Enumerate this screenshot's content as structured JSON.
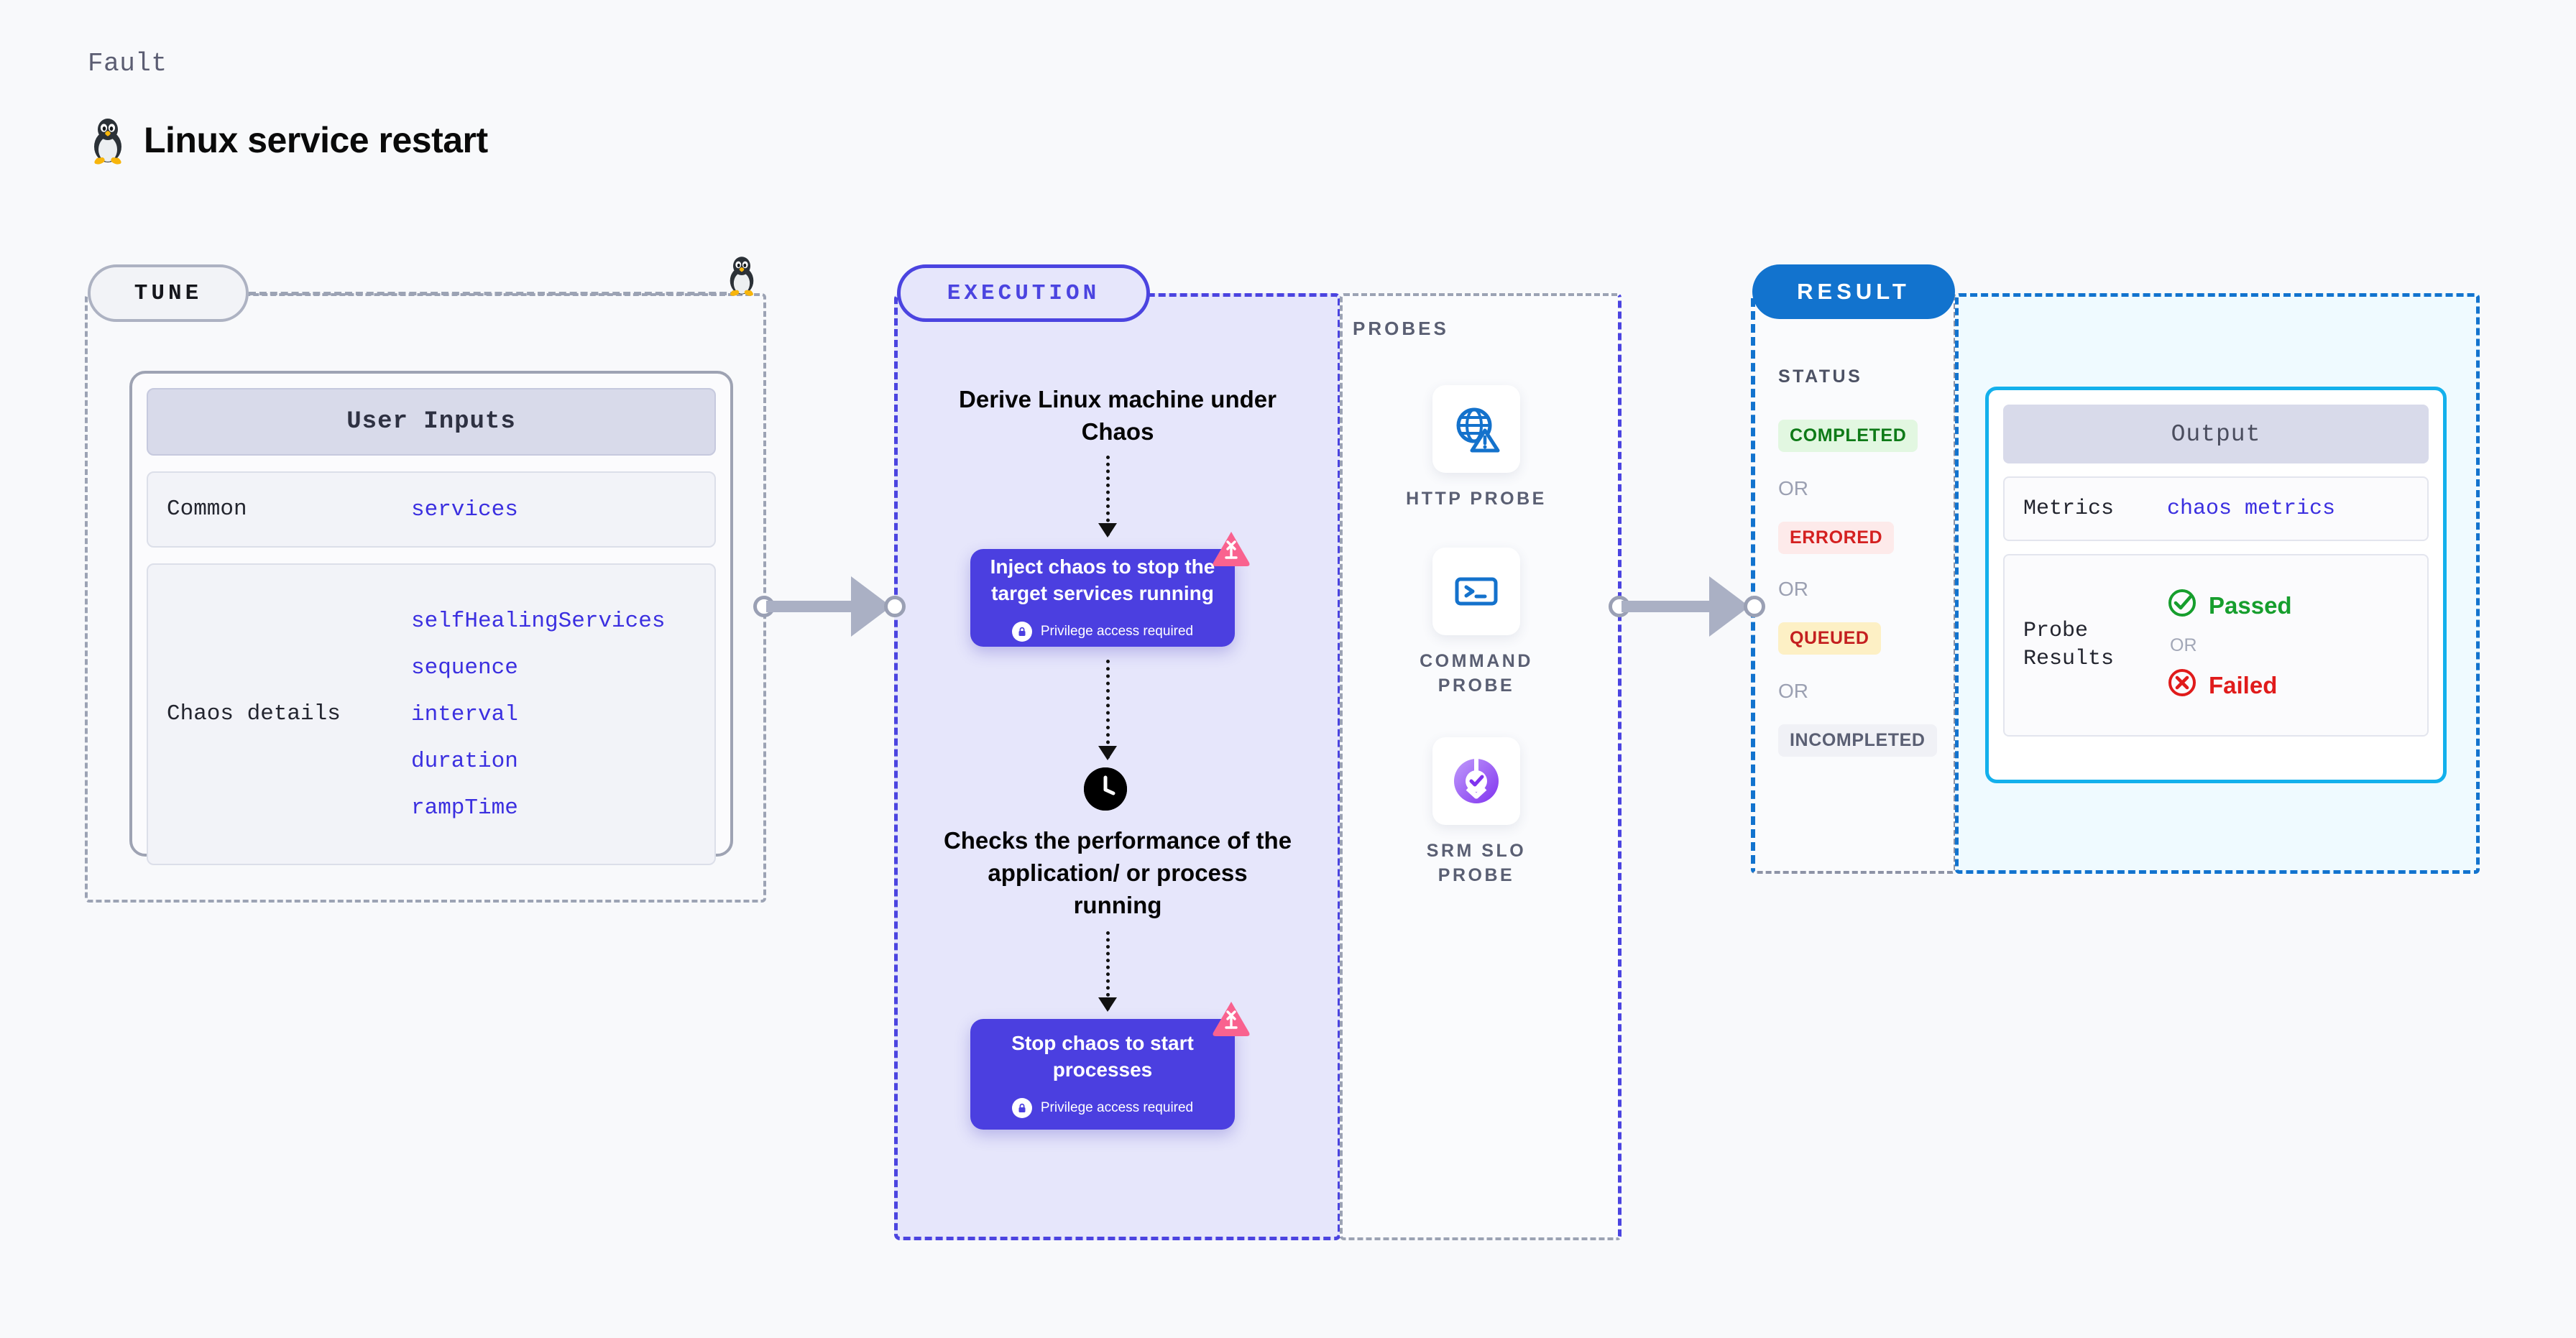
{
  "header": {
    "eyebrow": "Fault",
    "title": "Linux service restart",
    "icon": "linux-penguin-icon"
  },
  "tune": {
    "pill_label": "TUNE",
    "icon": "linux-penguin-icon",
    "user_inputs": {
      "header": "User Inputs",
      "rows": [
        {
          "key": "Common",
          "values": [
            "services"
          ]
        },
        {
          "key": "Chaos details",
          "values": [
            "selfHealingServices",
            "sequence",
            "interval",
            "duration",
            "rampTime"
          ]
        }
      ]
    }
  },
  "execution": {
    "pill_label": "EXECUTION",
    "steps": [
      {
        "type": "text",
        "label": "Derive Linux machine under Chaos"
      },
      {
        "type": "chaos",
        "label": "Inject chaos to stop the target services running",
        "privilege": "Privilege access required",
        "icon": "lock-icon",
        "badge": "litmus-chaos-badge"
      },
      {
        "type": "text",
        "label": "Checks the performance of the application/ or process running",
        "icon": "clock-icon"
      },
      {
        "type": "chaos",
        "label": "Stop chaos to start processes",
        "privilege": "Privilege access required",
        "icon": "lock-icon",
        "badge": "litmus-chaos-badge"
      }
    ]
  },
  "probes": {
    "title": "PROBES",
    "items": [
      {
        "label": "HTTP PROBE",
        "icon": "globe-warning-icon"
      },
      {
        "label": "COMMAND PROBE",
        "icon": "terminal-icon"
      },
      {
        "label": "SRM SLO PROBE",
        "icon": "slo-check-icon"
      }
    ]
  },
  "result": {
    "pill_label": "RESULT",
    "status_title": "STATUS",
    "or_label": "OR",
    "statuses": [
      {
        "label": "COMPLETED",
        "bg": "#e2f7e1",
        "fg": "#0e7a17"
      },
      {
        "label": "ERRORED",
        "bg": "#fdeaea",
        "fg": "#d42020"
      },
      {
        "label": "QUEUED",
        "bg": "#fdf0c5",
        "fg": "#c42020"
      },
      {
        "label": "INCOMPLETED",
        "bg": "#f0f1f6",
        "fg": "#5a5f73"
      }
    ]
  },
  "output": {
    "header": "Output",
    "metrics_key": "Metrics",
    "metrics_value": "chaos metrics",
    "probe_key": "Probe Results",
    "passed_label": "Passed",
    "failed_label": "Failed",
    "or_label": "OR",
    "passed_icon": "check-circle-icon",
    "failed_icon": "x-circle-icon"
  },
  "colors": {
    "accent_purple": "#4b3fe0",
    "accent_blue": "#1273ce",
    "accent_cyan": "#13b0ec",
    "link_blue": "#3b2fe0",
    "pink_badge": "#f9628f",
    "pass_green": "#169e2d",
    "fail_red": "#e01b1b",
    "page_bg": "#f8f9fb"
  }
}
